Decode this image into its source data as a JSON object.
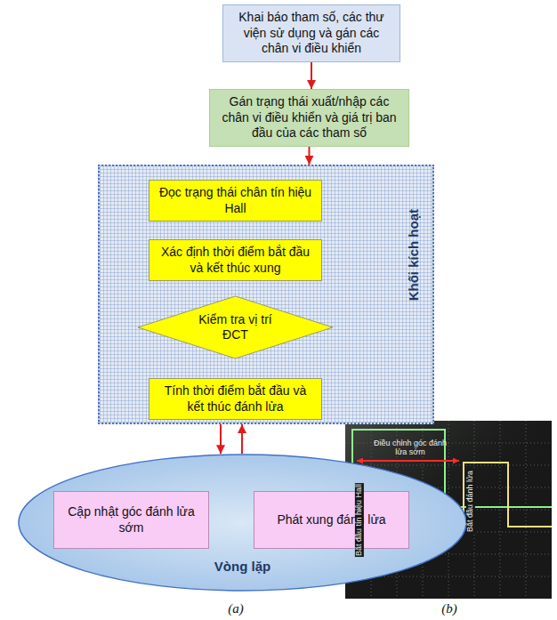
{
  "diagram": {
    "nodes": [
      {
        "text": [
          "Khai báo tham số, các thư viện sử dụng và gán các chân vi điều khiển"
        ]
      },
      {
        "text": [
          "Gán trạng thái xuất/nhập các chân vi điều khiển và giá trị ban đầu của các tham số"
        ]
      },
      {
        "text": [
          "Khối kích hoạt"
        ]
      },
      {
        "text": [
          "Đọc trạng thái chân tín hiệu Hall"
        ],
        "in": 2
      },
      {
        "text": [
          "Xác định thời điểm bắt đầu và kết thúc xung"
        ],
        "in": 2
      },
      {
        "text": [
          "Kiểm tra vị trí ĐCT"
        ],
        "in": 2
      },
      {
        "text": [
          "Tính thời điểm bắt đầu và kết thúc đánh lửa"
        ],
        "in": 2
      },
      {
        "text": [
          "Vòng lặp"
        ]
      },
      {
        "text": [
          "Cập nhật góc đánh lửa sớm"
        ],
        "in": 7
      },
      {
        "text": [
          "Phát xung đánh lửa"
        ],
        "in": 7
      }
    ],
    "edges": [
      {
        "from": 0,
        "to": 1,
        "arrow": "to"
      },
      {
        "from": 1,
        "to": 2,
        "arrow": "to"
      },
      {
        "from": 3,
        "to": 4,
        "arrow": "to"
      },
      {
        "from": 4,
        "to": 5,
        "arrow": "to"
      },
      {
        "from": 5,
        "to": 3,
        "arrow": "to"
      },
      {
        "from": 5,
        "to": 6,
        "arrow": "to"
      },
      {
        "from": 2,
        "to": 7,
        "arrow": "to"
      },
      {
        "from": 7,
        "to": 2,
        "arrow": "to"
      },
      {
        "from": 8,
        "to": 9,
        "arrow": "to"
      }
    ],
    "labels": [
      "(a)",
      "(b)",
      "Điều chỉnh góc đánh lửa sớm",
      "Bắt đầu tín hiệu Hall",
      "Bắt đầu đánh lửa"
    ]
  }
}
